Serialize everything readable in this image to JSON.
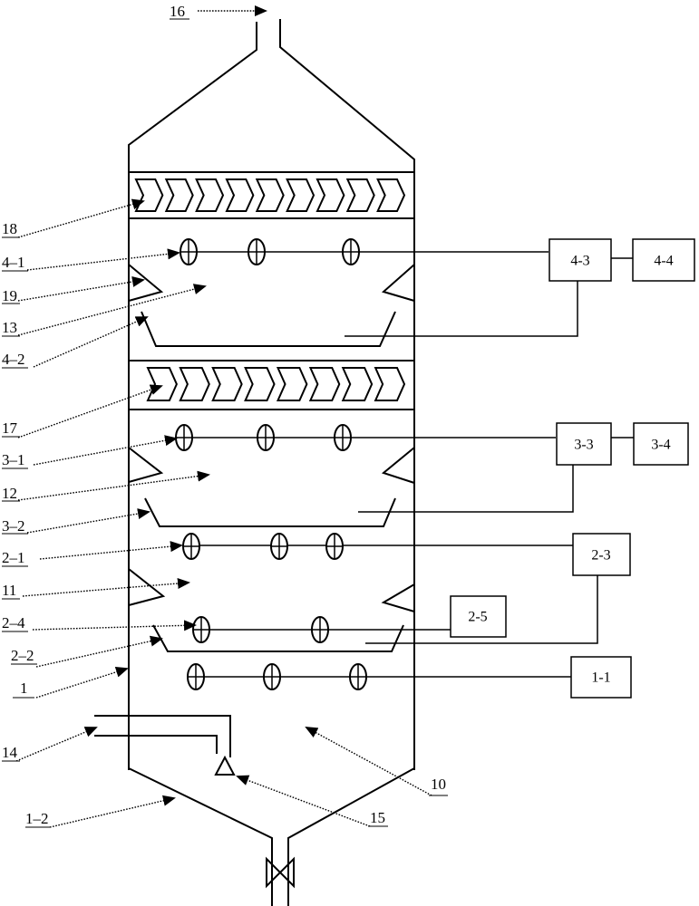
{
  "figure": {
    "type": "patent-schematic",
    "description": "Multi-stage spray tower with demisters, spray layers, collecting trays and control boxes"
  },
  "boxes": [
    {
      "id": "4-3",
      "label": "4-3"
    },
    {
      "id": "4-4",
      "label": "4-4"
    },
    {
      "id": "3-3",
      "label": "3-3"
    },
    {
      "id": "3-4",
      "label": "3-4"
    },
    {
      "id": "2-3",
      "label": "2-3"
    },
    {
      "id": "2-5",
      "label": "2-5"
    },
    {
      "id": "1-1",
      "label": "1-1"
    }
  ],
  "labels": {
    "l16": "16",
    "l18": "18",
    "l4_1": "4–1",
    "l19": "19",
    "l13": "13",
    "l4_2": "4–2",
    "l17": "17",
    "l3_1": "3–1",
    "l12": "12",
    "l3_2": "3–2",
    "l2_1": "2–1",
    "l11": "11",
    "l2_4": "2–4",
    "l2_2": "2–2",
    "l1": "1",
    "l14": "14",
    "l1_2": "1–2",
    "l15": "15",
    "l10": "10"
  },
  "demisters": [
    {
      "ref": "18",
      "chevron_count": 9
    },
    {
      "ref": "17",
      "chevron_count": 8
    }
  ],
  "spray_layers": [
    {
      "ref": "4-1",
      "nozzle_count": 3
    },
    {
      "ref": "3-1",
      "nozzle_count": 3
    },
    {
      "ref": "2-1",
      "nozzle_count": 3
    },
    {
      "ref": "2-4",
      "nozzle_count": 2
    },
    {
      "ref": "1-1 line",
      "nozzle_count": 3
    }
  ]
}
